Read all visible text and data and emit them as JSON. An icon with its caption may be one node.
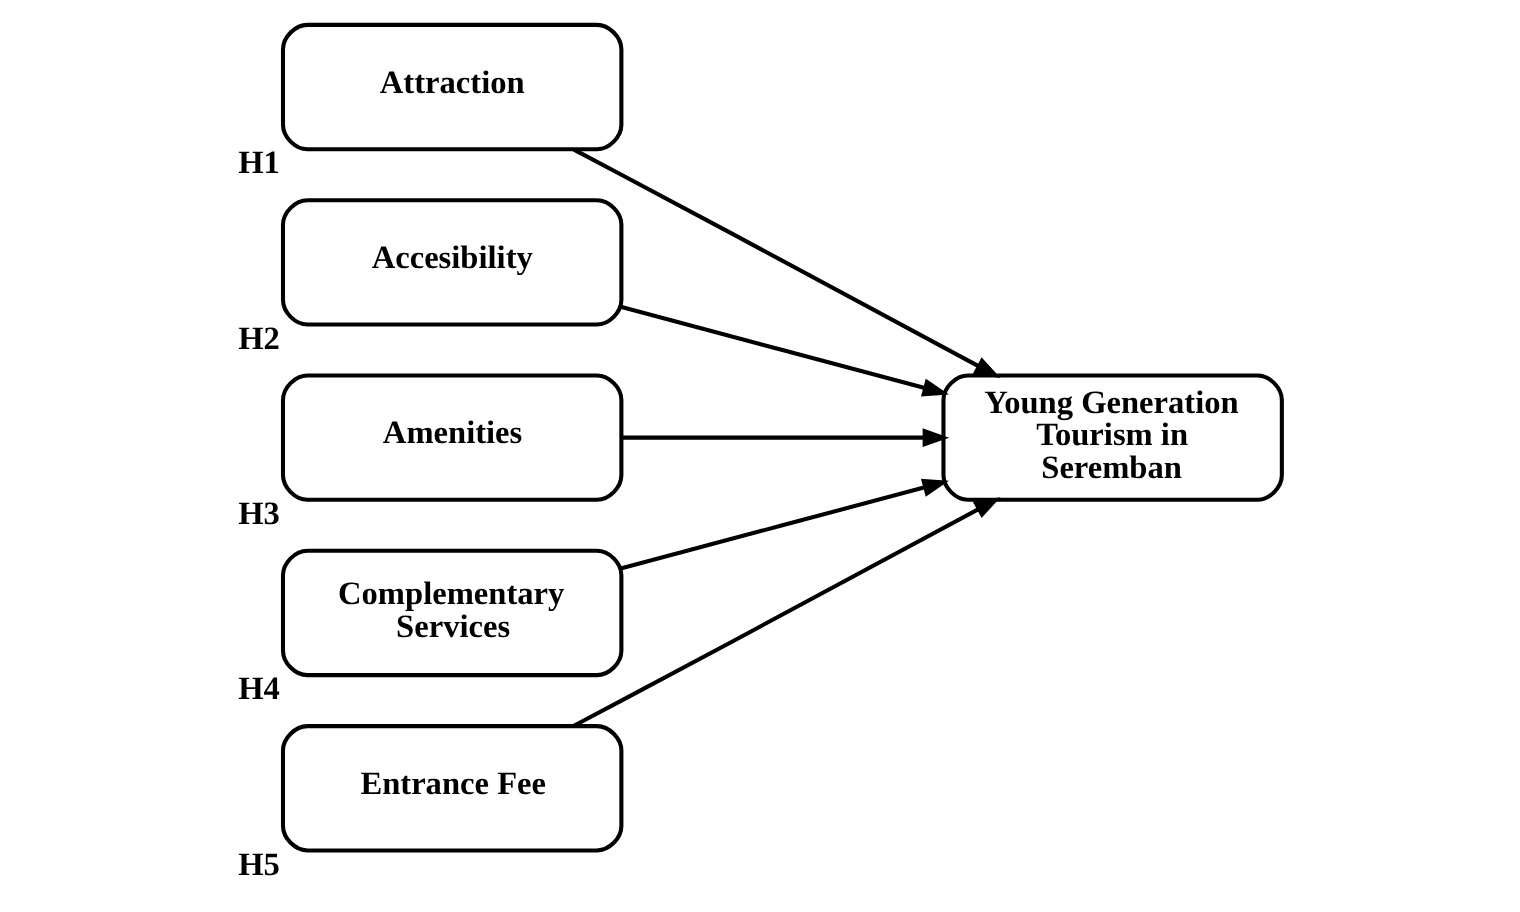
{
  "diagram": {
    "nodes": [
      {
        "text": [
          "Attraction"
        ],
        "beside": [
          "H1"
        ]
      },
      {
        "text": [
          "Accesibility"
        ],
        "beside": [
          "H2"
        ]
      },
      {
        "text": [
          "Amenities"
        ],
        "beside": [
          "H3"
        ]
      },
      {
        "text": [
          "Complementary Services"
        ],
        "beside": [
          "H4"
        ]
      },
      {
        "text": [
          "Entrance Fee"
        ],
        "beside": [
          "H5"
        ]
      },
      {
        "text": [
          "Young Generation Tourism in Seremban"
        ]
      }
    ],
    "edges": [
      {
        "from": 0,
        "to": 5,
        "arrow": "to"
      },
      {
        "from": 1,
        "to": 5,
        "arrow": "to"
      },
      {
        "from": 2,
        "to": 5,
        "arrow": "to"
      },
      {
        "from": 3,
        "to": 5,
        "arrow": "to"
      },
      {
        "from": 4,
        "to": 5,
        "arrow": "to"
      }
    ]
  }
}
